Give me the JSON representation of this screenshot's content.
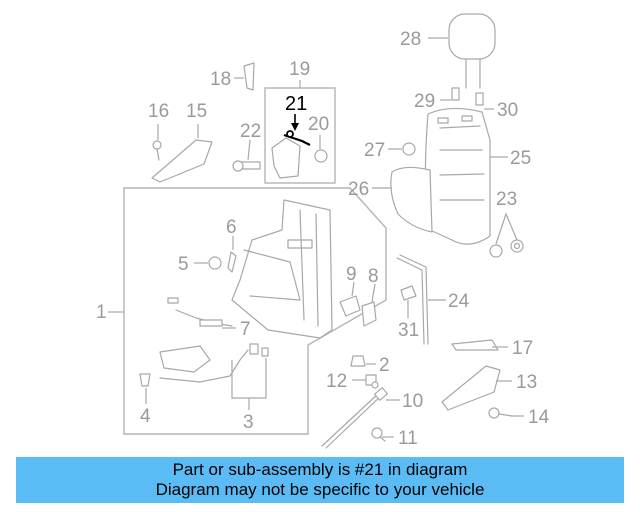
{
  "diagram": {
    "highlighted_part": "21",
    "part_labels": {
      "p1": "1",
      "p2": "2",
      "p3": "3",
      "p4": "4",
      "p5": "5",
      "p6": "6",
      "p7": "7",
      "p8": "8",
      "p9": "9",
      "p10": "10",
      "p11": "11",
      "p12": "12",
      "p13": "13",
      "p14": "14",
      "p15": "15",
      "p16": "16",
      "p17": "17",
      "p18": "18",
      "p19": "19",
      "p20": "20",
      "p21": "21",
      "p22": "22",
      "p23": "23",
      "p24": "24",
      "p25": "25",
      "p26": "26",
      "p27": "27",
      "p28": "28",
      "p29": "29",
      "p30": "30",
      "p31": "31"
    },
    "colors": {
      "line": "#a8a8a8",
      "highlight": "#000000",
      "banner": "#5bbcf5"
    }
  },
  "caption": {
    "line1": "Part or sub-assembly is #21 in diagram",
    "line2": "Diagram may not be specific to your vehicle"
  }
}
